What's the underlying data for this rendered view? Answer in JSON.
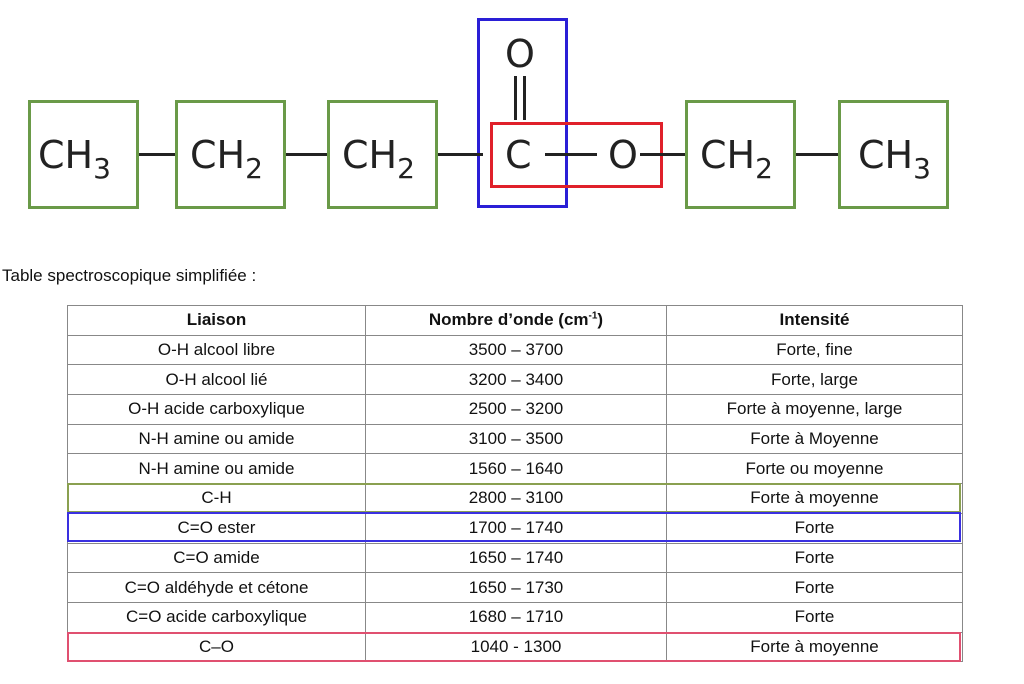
{
  "molecule": {
    "groups": [
      {
        "main": "CH",
        "sub": "3"
      },
      {
        "main": "CH",
        "sub": "2"
      },
      {
        "main": "CH",
        "sub": "2"
      },
      {
        "main": "C",
        "sub": ""
      },
      {
        "main": "O",
        "sub": ""
      },
      {
        "main": "CH",
        "sub": "2"
      },
      {
        "main": "CH",
        "sub": "3"
      }
    ],
    "carbonyl_oxygen": "O",
    "colors": {
      "group_box": "#6a9a48",
      "ester_carbonyl_box": "#2a1fd6",
      "ester_co_box": "#e0202a"
    }
  },
  "caption": "Table spectroscopique simplifiée :",
  "table": {
    "headers": [
      "Liaison",
      "Nombre d’onde (cm",
      "-1",
      ")",
      "Intensité"
    ],
    "rows": [
      [
        "O-H alcool libre",
        "3500 – 3700",
        "Forte, fine"
      ],
      [
        "O-H alcool lié",
        "3200 – 3400",
        "Forte, large"
      ],
      [
        "O-H acide carboxylique",
        "2500 – 3200",
        "Forte à moyenne, large"
      ],
      [
        "N-H amine ou amide",
        "3100 – 3500",
        "Forte à Moyenne"
      ],
      [
        "N-H amine ou amide",
        "1560 – 1640",
        "Forte ou moyenne"
      ],
      [
        "C-H",
        "2800 – 3100",
        "Forte à moyenne"
      ],
      [
        "C=O ester",
        "1700 – 1740",
        "Forte"
      ],
      [
        "C=O amide",
        "1650 – 1740",
        "Forte"
      ],
      [
        "C=O aldéhyde et cétone",
        "1650 – 1730",
        "Forte"
      ],
      [
        "C=O acide carboxylique",
        "1680 – 1710",
        "Forte"
      ],
      [
        "C–O",
        "1040 - 1300",
        "Forte à moyenne"
      ]
    ],
    "highlights": {
      "C-H": "#8aa050",
      "C=O ester": "#3a30e0",
      "C–O": "#e05070"
    }
  }
}
